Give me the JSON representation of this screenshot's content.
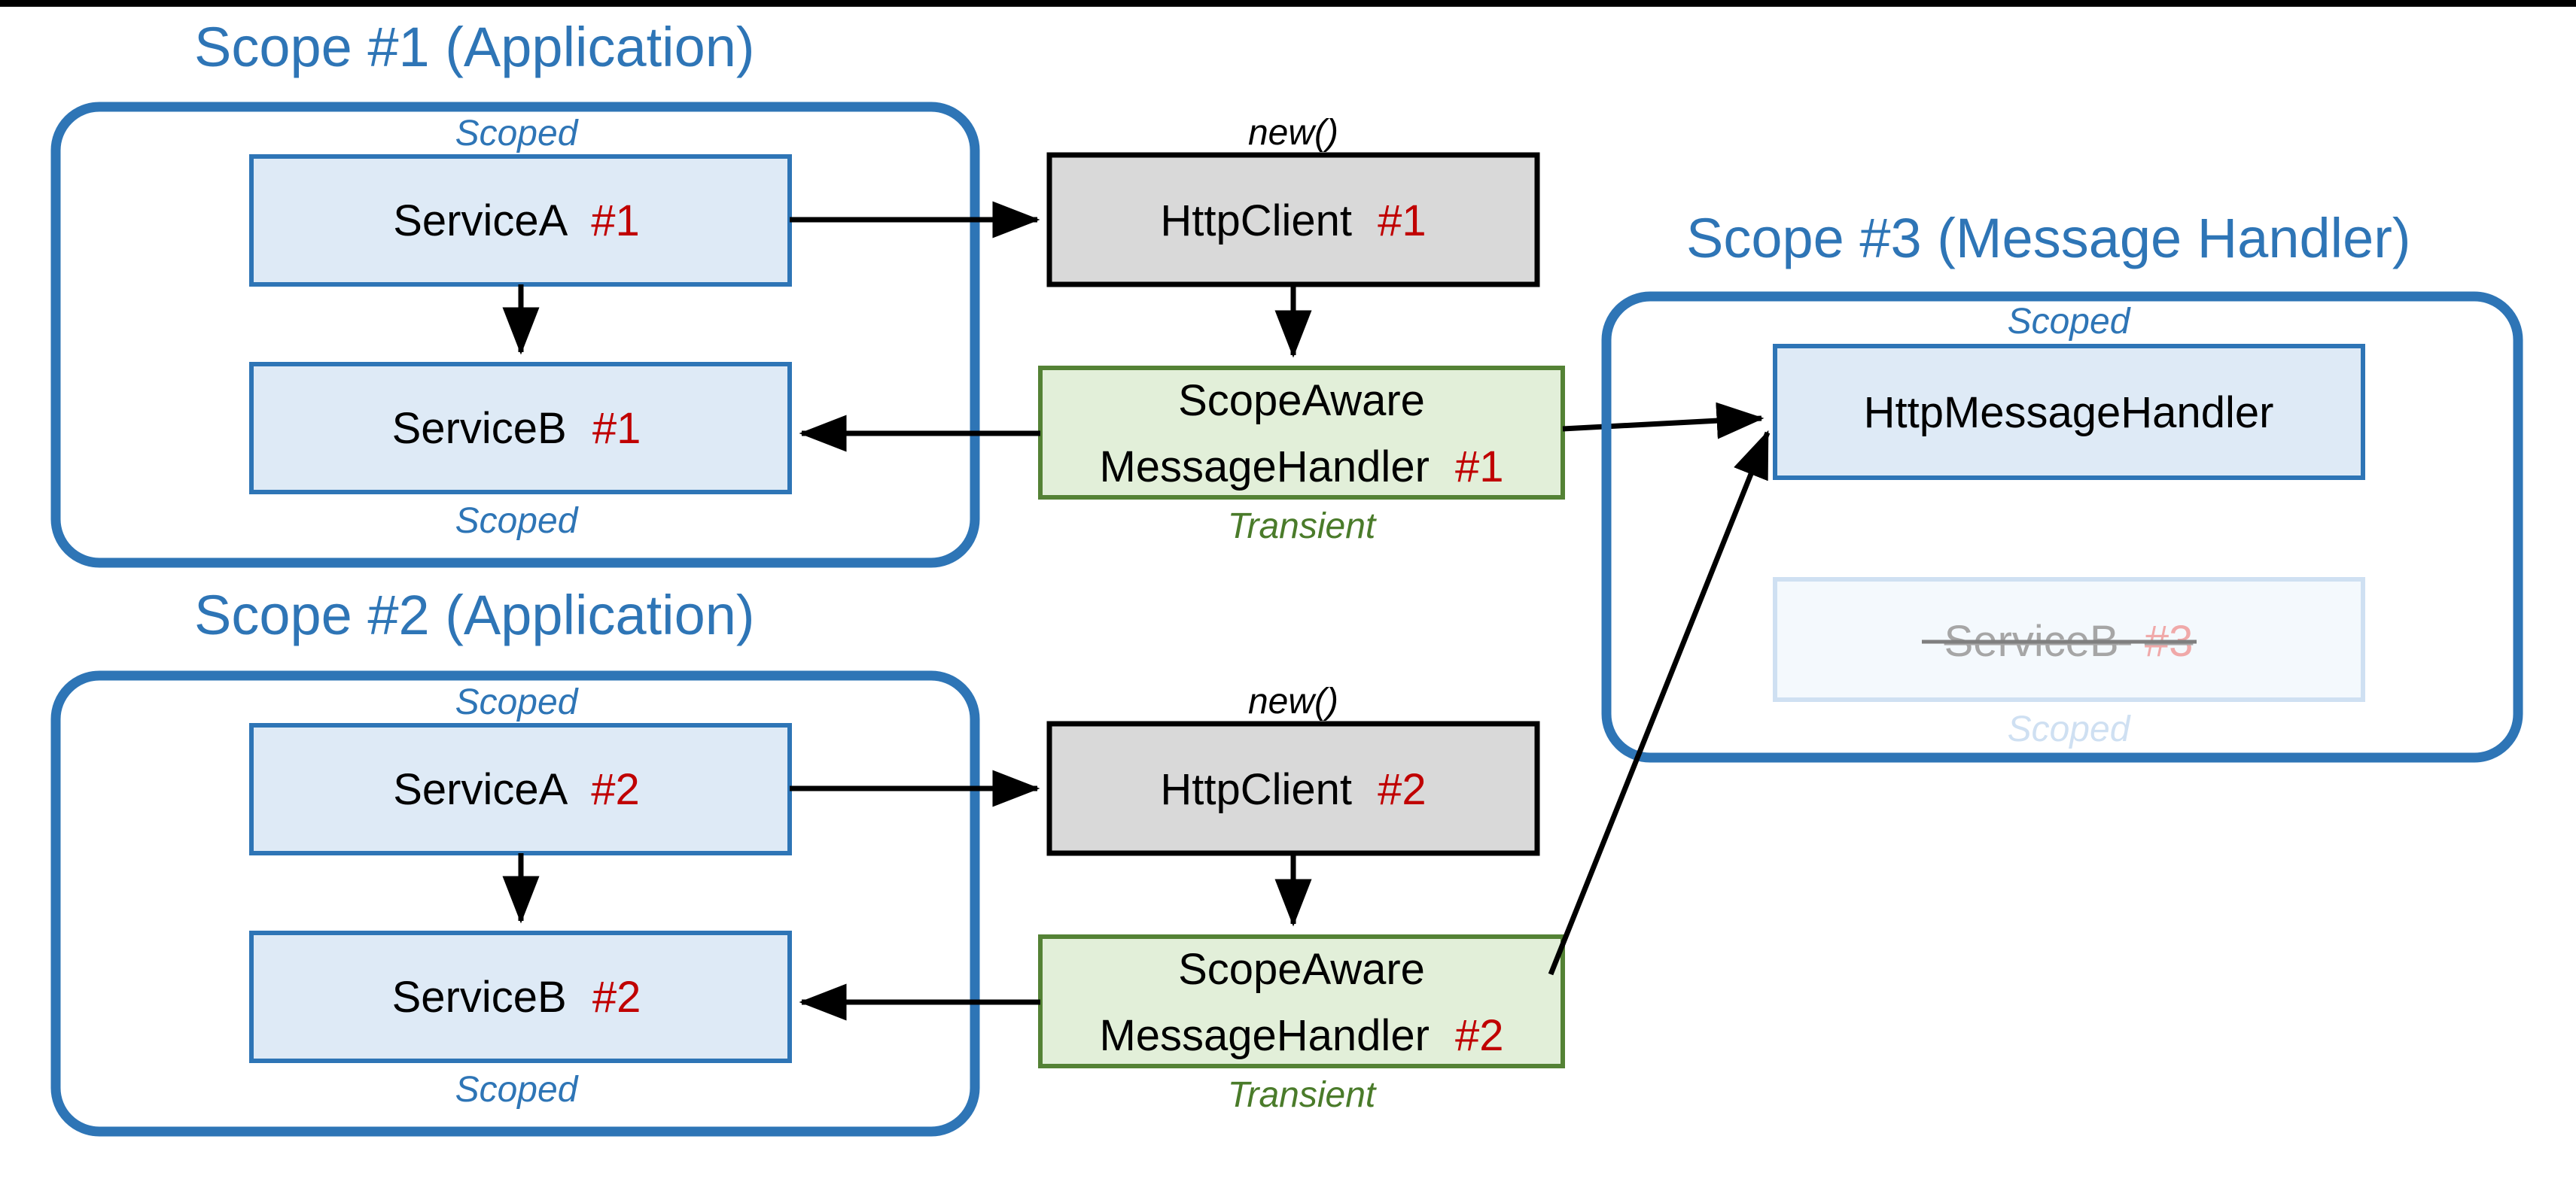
{
  "diagram": {
    "title_hidden": "HttpClient scopes and ScopeAwareMessageHandler diagram",
    "colors": {
      "scope_border": "#2E75B6",
      "service_box_fill": "#DEEAF6",
      "service_box_stroke": "#2E75B6",
      "httpclient_fill": "#D9D9D9",
      "httpclient_stroke": "#000000",
      "handler_fill": "#E2EFD9",
      "handler_stroke": "#548235",
      "index_red": "#C00000",
      "transient_green": "#4A7B2A",
      "faded_grey": "#A6A6A6",
      "faded_blue": "#CFE0F2",
      "arrow_black": "#000000"
    },
    "scopes": [
      {
        "id": "scope-1",
        "title": "Scope #1 (Application)",
        "nodes": [
          {
            "id": "servicea-1",
            "name": "ServiceA",
            "index": "#1",
            "lifetime_label": "Scoped",
            "lifetime_pos": "above"
          },
          {
            "id": "serviceb-1",
            "name": "ServiceB",
            "index": "#1",
            "lifetime_label": "Scoped",
            "lifetime_pos": "below"
          }
        ]
      },
      {
        "id": "scope-2",
        "title": "Scope #2 (Application)",
        "nodes": [
          {
            "id": "servicea-2",
            "name": "ServiceA",
            "index": "#2",
            "lifetime_label": "Scoped",
            "lifetime_pos": "above"
          },
          {
            "id": "serviceb-2",
            "name": "ServiceB",
            "index": "#2",
            "lifetime_label": "Scoped",
            "lifetime_pos": "below"
          }
        ]
      },
      {
        "id": "scope-3",
        "title": "Scope #3 (Message Handler)",
        "nodes": [
          {
            "id": "httpmessagehandler",
            "name": "HttpMessageHandler",
            "index": "",
            "lifetime_label": "Scoped",
            "lifetime_pos": "above"
          },
          {
            "id": "serviceb-3",
            "name": "ServiceB",
            "index": "#3",
            "lifetime_label": "Scoped",
            "lifetime_pos": "below",
            "state": "struck-out-faded"
          }
        ]
      }
    ],
    "external_nodes": [
      {
        "id": "httpclient-1",
        "name": "HttpClient",
        "index": "#1",
        "creation_label": "new()"
      },
      {
        "id": "httpclient-2",
        "name": "HttpClient",
        "index": "#2",
        "creation_label": "new()"
      },
      {
        "id": "handler-1",
        "name_line1": "ScopeAware",
        "name_line2": "MessageHandler",
        "index": "#1",
        "lifetime_label": "Transient"
      },
      {
        "id": "handler-2",
        "name_line1": "ScopeAware",
        "name_line2": "MessageHandler",
        "index": "#2",
        "lifetime_label": "Transient"
      }
    ],
    "edges": [
      {
        "from": "servicea-1",
        "to": "httpclient-1"
      },
      {
        "from": "servicea-1",
        "to": "serviceb-1"
      },
      {
        "from": "httpclient-1",
        "to": "handler-1"
      },
      {
        "from": "handler-1",
        "to": "serviceb-1"
      },
      {
        "from": "handler-1",
        "to": "httpmessagehandler"
      },
      {
        "from": "servicea-2",
        "to": "httpclient-2"
      },
      {
        "from": "servicea-2",
        "to": "serviceb-2"
      },
      {
        "from": "httpclient-2",
        "to": "handler-2"
      },
      {
        "from": "handler-2",
        "to": "serviceb-2"
      },
      {
        "from": "handler-2",
        "to": "httpmessagehandler"
      }
    ]
  }
}
